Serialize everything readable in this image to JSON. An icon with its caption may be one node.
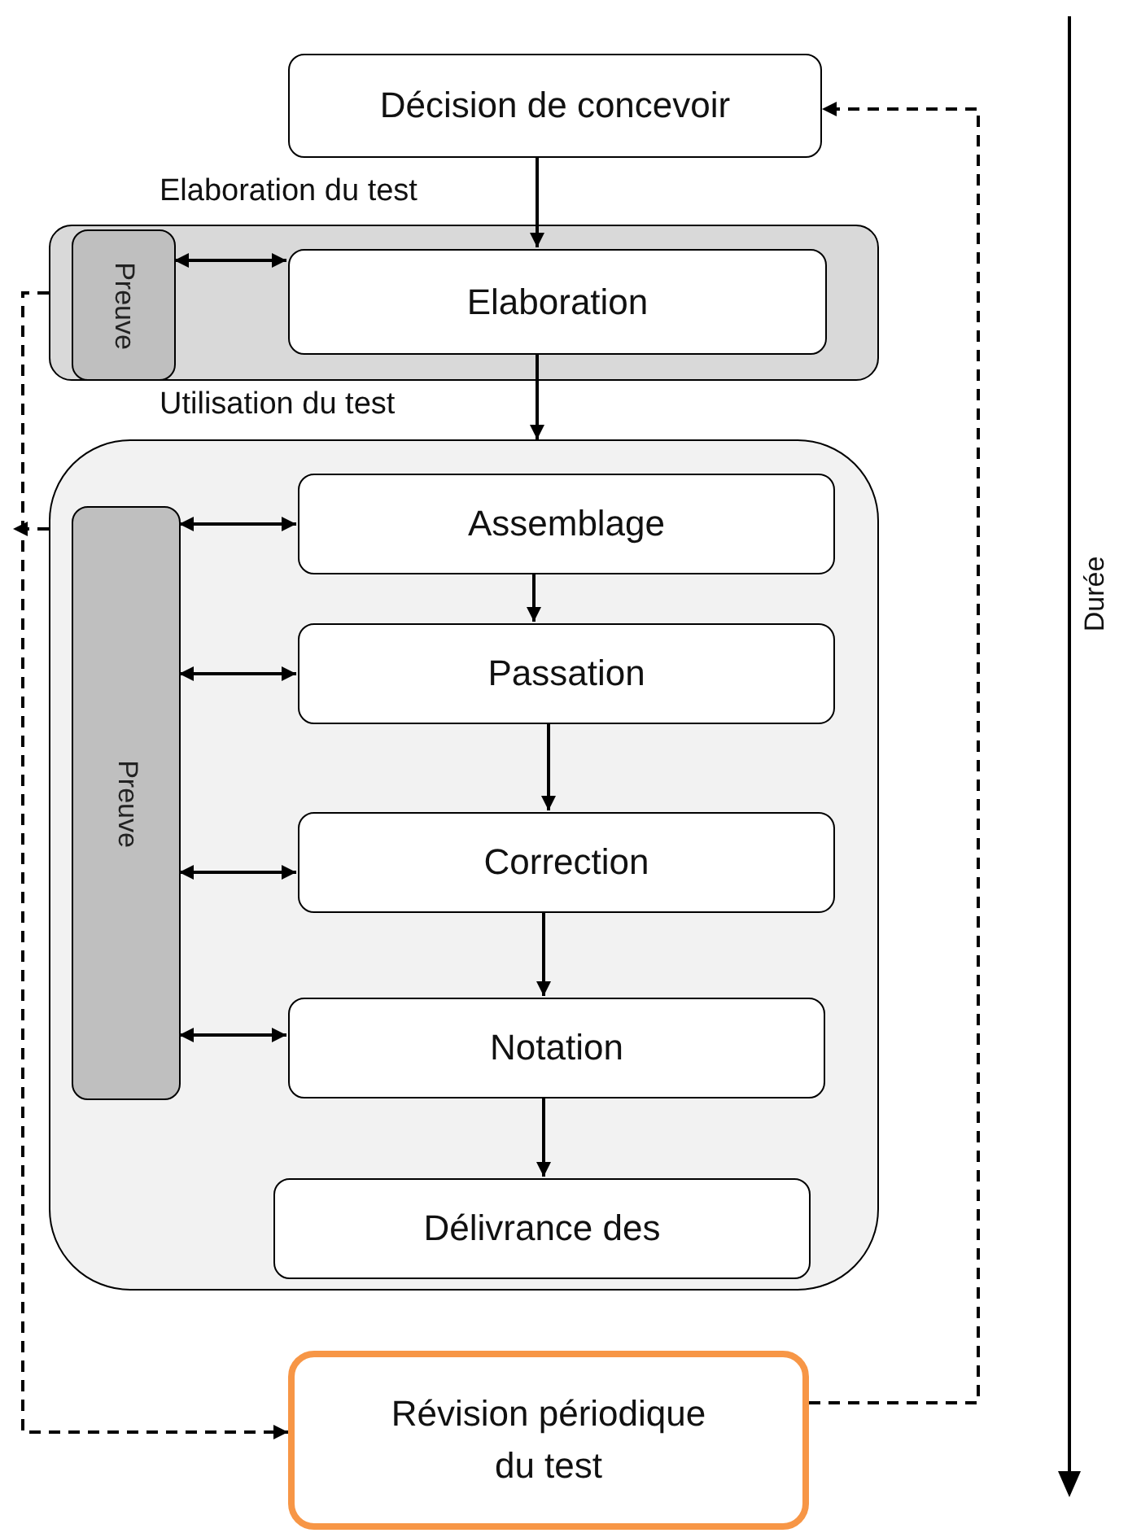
{
  "diagram": {
    "nodes": [
      {
        "text": [
          "Décision de concevoir"
        ]
      },
      {
        "text": [
          "Elaboration du test"
        ]
      },
      {
        "text": [
          "Preuve"
        ],
        "in": 1
      },
      {
        "text": [
          "Elaboration"
        ],
        "in": 1
      },
      {
        "text": [
          "Utilisation du test"
        ]
      },
      {
        "text": [
          "Preuve"
        ],
        "in": 4
      },
      {
        "text": [
          "Assemblage"
        ],
        "in": 4
      },
      {
        "text": [
          "Passation"
        ],
        "in": 4
      },
      {
        "text": [
          "Correction"
        ],
        "in": 4
      },
      {
        "text": [
          "Notation"
        ],
        "in": 4
      },
      {
        "text": [
          "Délivrance des"
        ],
        "in": 4
      },
      {
        "text": [
          "Révision périodique du test"
        ]
      }
    ],
    "edges": [
      {
        "from": 0,
        "to": 3,
        "arrow": "to"
      },
      {
        "from": 3,
        "to": 4,
        "arrow": "to"
      },
      {
        "from": 6,
        "to": 7,
        "arrow": "to"
      },
      {
        "from": 7,
        "to": 8,
        "arrow": "to"
      },
      {
        "from": 8,
        "to": 9,
        "arrow": "to"
      },
      {
        "from": 9,
        "to": 10,
        "arrow": "to"
      },
      {
        "from": 2,
        "to": 3,
        "arrow": "both"
      },
      {
        "from": 5,
        "to": 6,
        "arrow": "both"
      },
      {
        "from": 5,
        "to": 7,
        "arrow": "both"
      },
      {
        "from": 5,
        "to": 8,
        "arrow": "both"
      },
      {
        "from": 5,
        "to": 9,
        "arrow": "both"
      },
      {
        "from": 1,
        "to": 11,
        "arrow": "to",
        "style": "dashed"
      },
      {
        "from": 4,
        "to": null,
        "arrow": "to",
        "style": "dashed"
      },
      {
        "from": 11,
        "to": 0,
        "arrow": "to",
        "style": "dashed"
      }
    ],
    "labels": [
      "Durée"
    ]
  }
}
